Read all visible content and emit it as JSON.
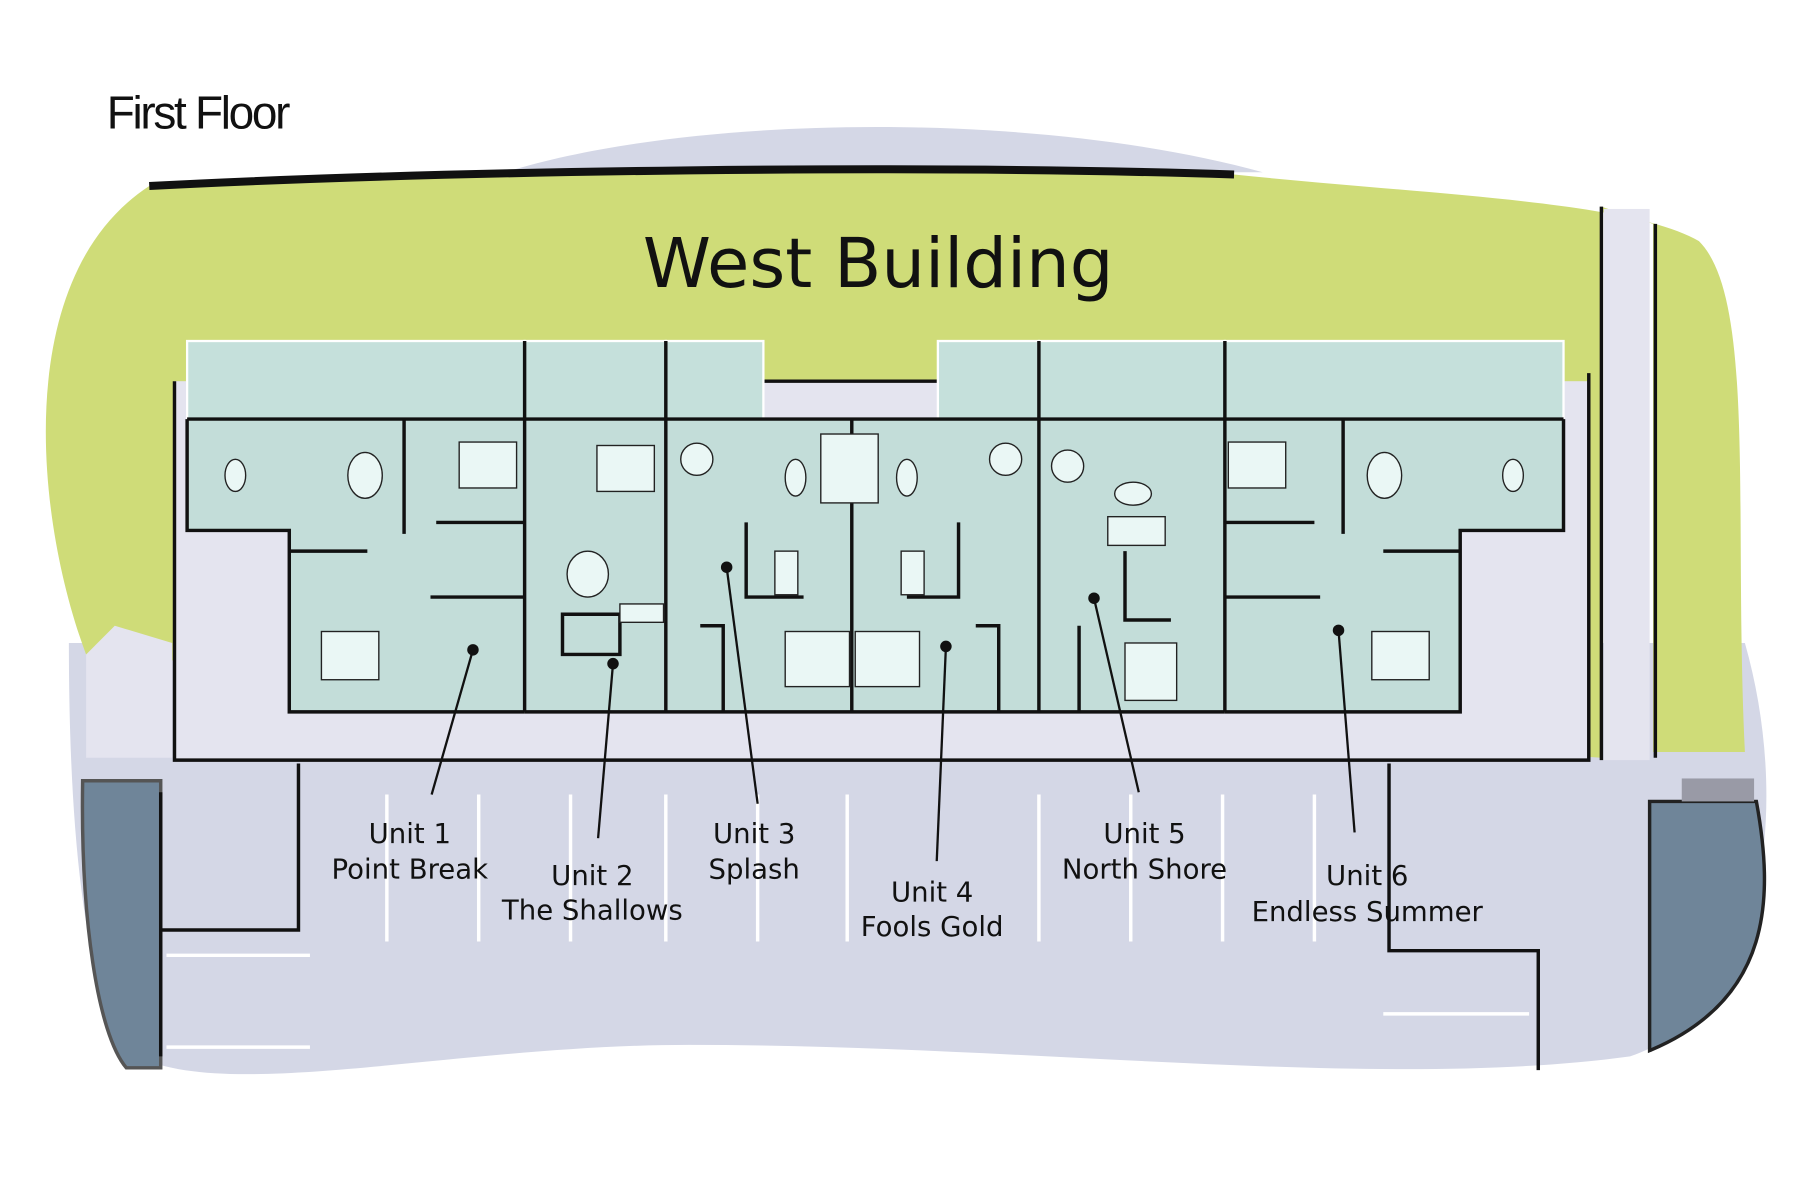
{
  "floor_label": "First Floor",
  "building_title": "West Building",
  "units": [
    {
      "number": "Unit 1",
      "name": "Point Break"
    },
    {
      "number": "Unit 2",
      "name": "The Shallows"
    },
    {
      "number": "Unit 3",
      "name": "Splash"
    },
    {
      "number": "Unit 4",
      "name": "Fools Gold"
    },
    {
      "number": "Unit 5",
      "name": "North Shore"
    },
    {
      "number": "Unit 6",
      "name": "Endless Summer"
    }
  ],
  "colors": {
    "lawn": "#cfdc78",
    "pavement": "#d4d7e6",
    "unit_floor": "#c3ddd9",
    "slate": "#6f8599"
  }
}
